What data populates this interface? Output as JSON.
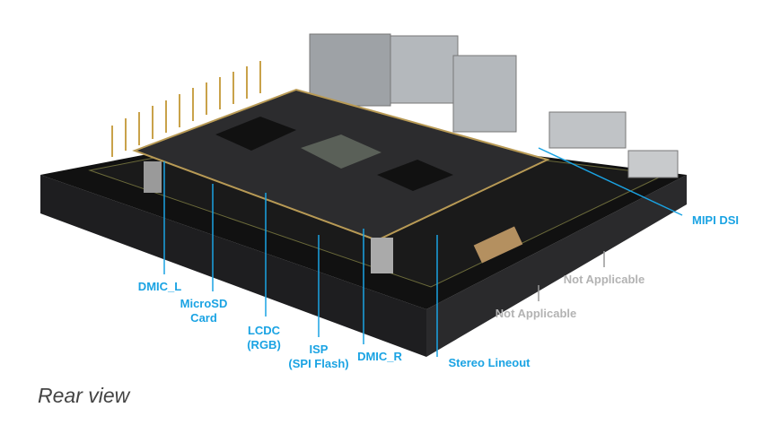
{
  "labels": {
    "dmic_l": "DMIC_L",
    "microsd": [
      "MicroSD",
      "Card"
    ],
    "lcdc": [
      "LCDC",
      "(RGB)"
    ],
    "isp": [
      "ISP",
      "(SPI Flash)"
    ],
    "dmic_r": "DMIC_R",
    "stereo": "Stereo Lineout",
    "mipi": "MIPI DSI",
    "na_right": "Not Applicable",
    "na_left": "Not Applicable"
  },
  "caption": "Rear view",
  "colors": {
    "accent": "#1aa3e3",
    "muted": "#b3b3b3"
  }
}
